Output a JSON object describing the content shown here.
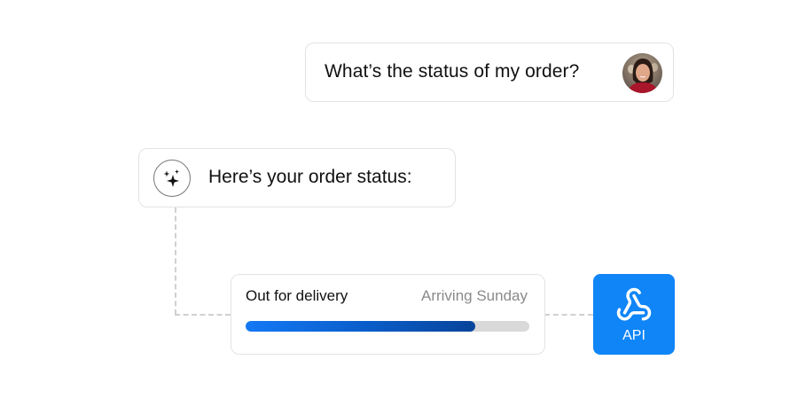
{
  "user_message": {
    "text": "What’s the status of my order?",
    "avatar": "user-avatar-photo"
  },
  "assistant_message": {
    "text": "Here’s your order status:",
    "icon": "sparkles-icon"
  },
  "order_status_card": {
    "status": "Out for delivery",
    "eta": "Arriving Sunday",
    "progress_percent": 81,
    "progress_colors": [
      "#1479f5",
      "#08449a"
    ],
    "track_color": "#d9d9d9"
  },
  "api_badge": {
    "label": "API",
    "icon": "webhook-icon",
    "color": "#1085f7"
  }
}
